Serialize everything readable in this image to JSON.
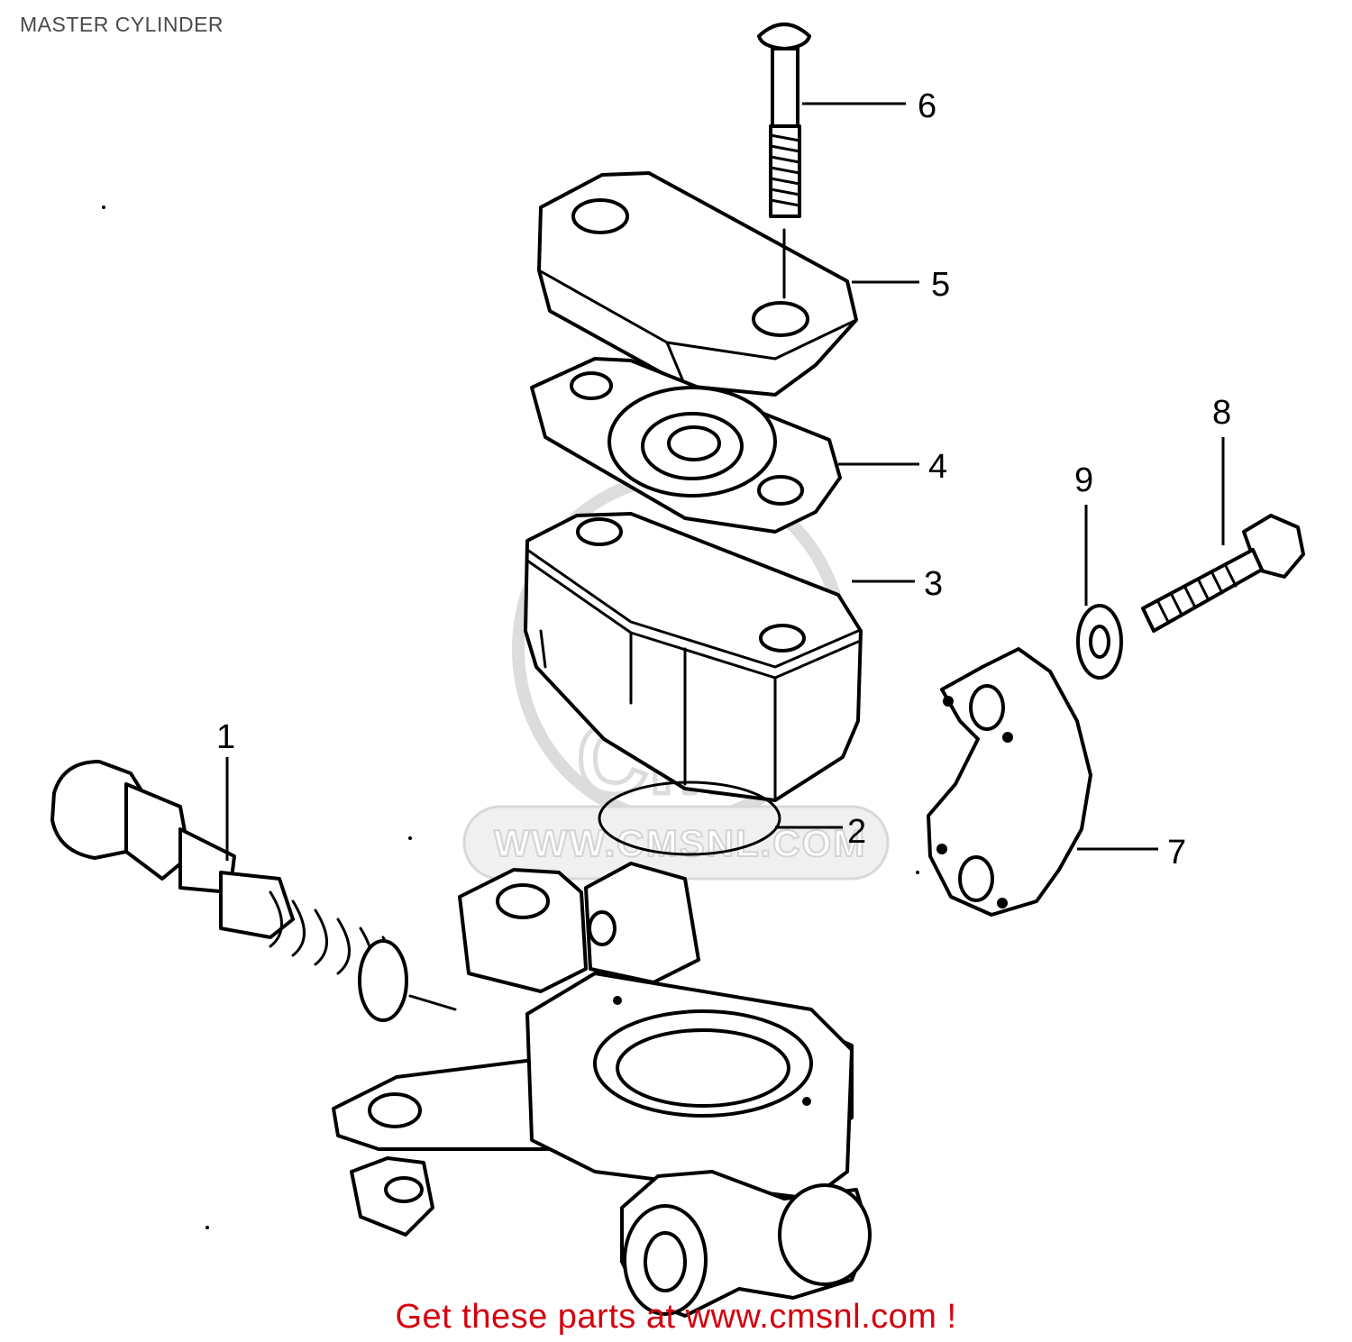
{
  "title": "MASTER CYLINDER",
  "callouts": [
    "1",
    "2",
    "3",
    "4",
    "5",
    "6",
    "7",
    "8",
    "9"
  ],
  "watermark": {
    "url": "WWW.CMSNL.COM",
    "logo": "CMS"
  },
  "footer": {
    "text": "Get these parts at www.cmsnl.com !"
  },
  "colors": {
    "footer_text": "#d4000e",
    "lines": "#000000",
    "watermark": "#cfcfcf",
    "title": "#4a4a4a"
  }
}
